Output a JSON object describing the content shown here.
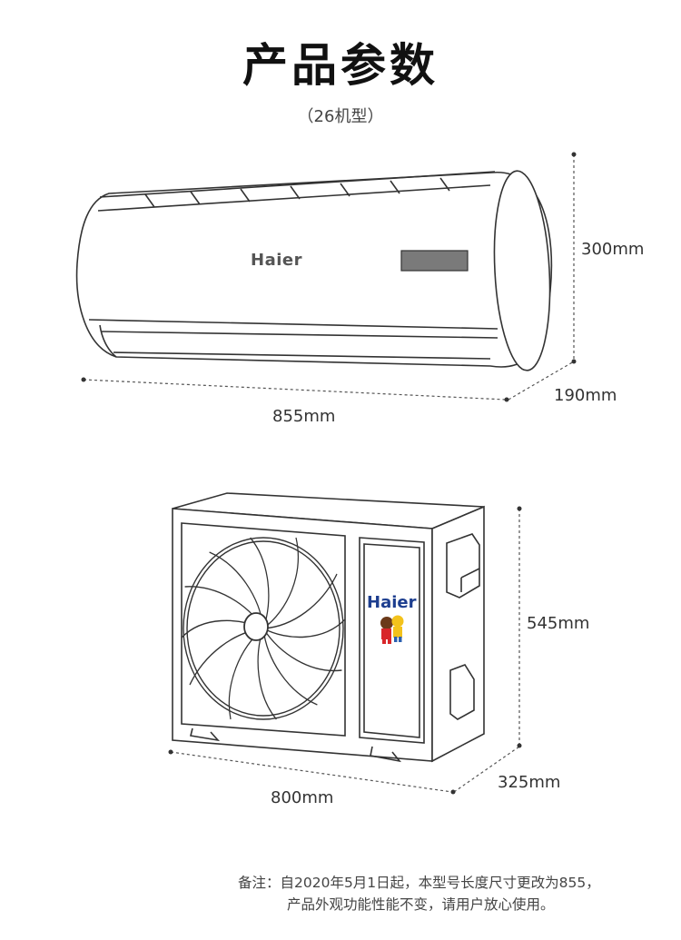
{
  "page": {
    "title": "产品参数",
    "subtitle": "（26机型）"
  },
  "indoor_unit": {
    "brand": "Haier",
    "height": "300mm",
    "depth": "190mm",
    "width": "855mm"
  },
  "outdoor_unit": {
    "brand": "Haier",
    "height": "545mm",
    "depth": "325mm",
    "width": "800mm"
  },
  "note": {
    "line1": "备注：自2020年5月1日起，本型号长度尺寸更改为855，",
    "line2": "产品外观功能性能不变，请用户放心使用。"
  },
  "colors": {
    "line": "#333333",
    "display_panel": "#7a7a7a",
    "mascot_red": "#d8262a",
    "mascot_yellow": "#f3c21b",
    "brand_blue": "#1d3e8f"
  }
}
